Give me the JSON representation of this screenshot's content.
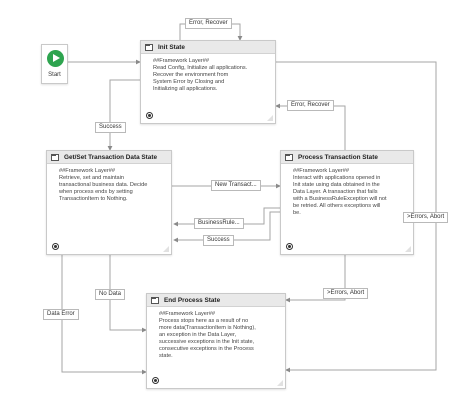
{
  "start": {
    "label": "Start"
  },
  "states": {
    "init": {
      "title": "Init State",
      "body": "##Framework Layer##\nRead Config, Initialize all applications.\nRecover the environment from\nSystem Error by Closing and\nInitializing all applications."
    },
    "get_transaction": {
      "title": "Get/Set Transaction Data State",
      "body": "##Framework Layer##\nRetrieve, set and maintain\ntransactional business data. Decide\nwhen process ends by setting\nTransactionItem to Nothing."
    },
    "process_transaction": {
      "title": "Process Transaction State",
      "body": "##Framework Layer##\nInteract with applications opened in\nInit state using data obtained in the\nData Layer. A transaction that fails\nwith a BusinessRuleException will not\nbe retried. All others exceptions will\nbe."
    },
    "end_process": {
      "title": "End Process State",
      "body": "##Framework Layer##\nProcess stops here as a result of no\nmore data(TransactionItem is Nothing),\nan exception in the Data Layer,\nsuccessive exceptions in the Init state,\nconsecutive exceptions in the Process\nstate."
    }
  },
  "transitions": {
    "init_self": "Error, Recover",
    "process_to_init": "Error, Recover",
    "init_to_get": "Success",
    "get_to_process": "New Transact...",
    "process_business_rule": "BusinessRule...",
    "process_success": "Success",
    "init_errors_abort": ">Errors, Abort",
    "process_errors_abort": ">Errors, Abort",
    "get_no_data": "No Data",
    "get_data_error": "Data Error"
  }
}
